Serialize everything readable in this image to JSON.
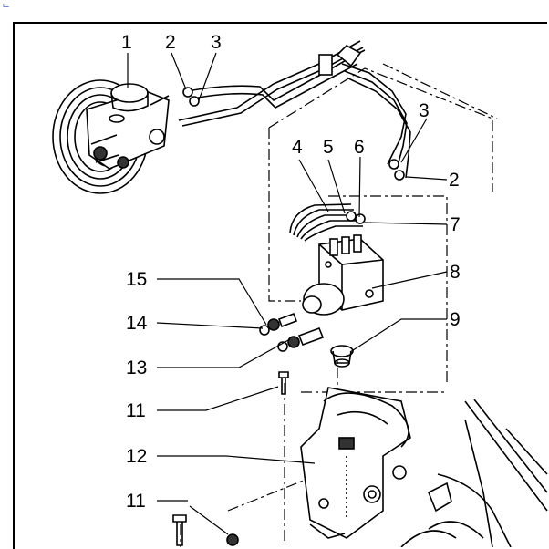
{
  "corner_mark": "ᄂ",
  "callouts": {
    "c1": "1",
    "c2a": "2",
    "c3a": "3",
    "c3b": "3",
    "c2b": "2",
    "c4": "4",
    "c5": "5",
    "c6": "6",
    "c7": "7",
    "c8": "8",
    "c9": "9",
    "c15": "15",
    "c14": "14",
    "c13": "13",
    "c11a": "11",
    "c12": "12",
    "c11b": "11"
  }
}
